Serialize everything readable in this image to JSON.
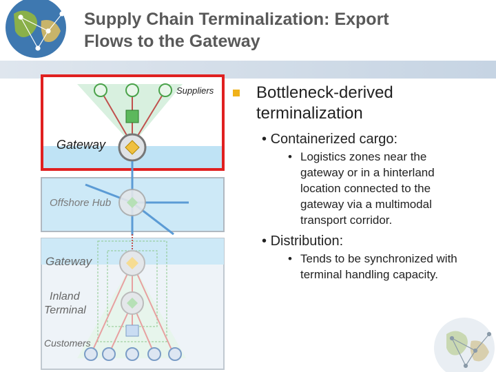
{
  "slide": {
    "title_line1": "Supply Chain Terminalization: Export",
    "title_line2": "Flows to the Gateway"
  },
  "diagram": {
    "suppliers_label": "Suppliers",
    "gateway_label_top": "Gateway",
    "offshore_hub_label": "Offshore Hub",
    "gateway_label_bottom": "Gateway",
    "inland_terminal_label_1": "Inland",
    "inland_terminal_label_2": "Terminal",
    "customers_label": "Customers"
  },
  "bullets": {
    "main": "Bottleneck-derived terminalization",
    "containerized": "Containerized cargo:",
    "logistics_zones": "Logistics zones near the gateway or in a hinterland location connected to the gateway via a multimodal transport corridor.",
    "distribution": "Distribution:",
    "synchronized": "Tends to be synchronized with terminal handling capacity."
  },
  "colors": {
    "title": "#595959",
    "highlight_border": "#e02020",
    "water": "#bfe3f5",
    "green_node": "#5cb85c",
    "gold_diamond": "#f0c040",
    "bullet_mark": "#f0b21a",
    "route_line": "#c0504d"
  }
}
